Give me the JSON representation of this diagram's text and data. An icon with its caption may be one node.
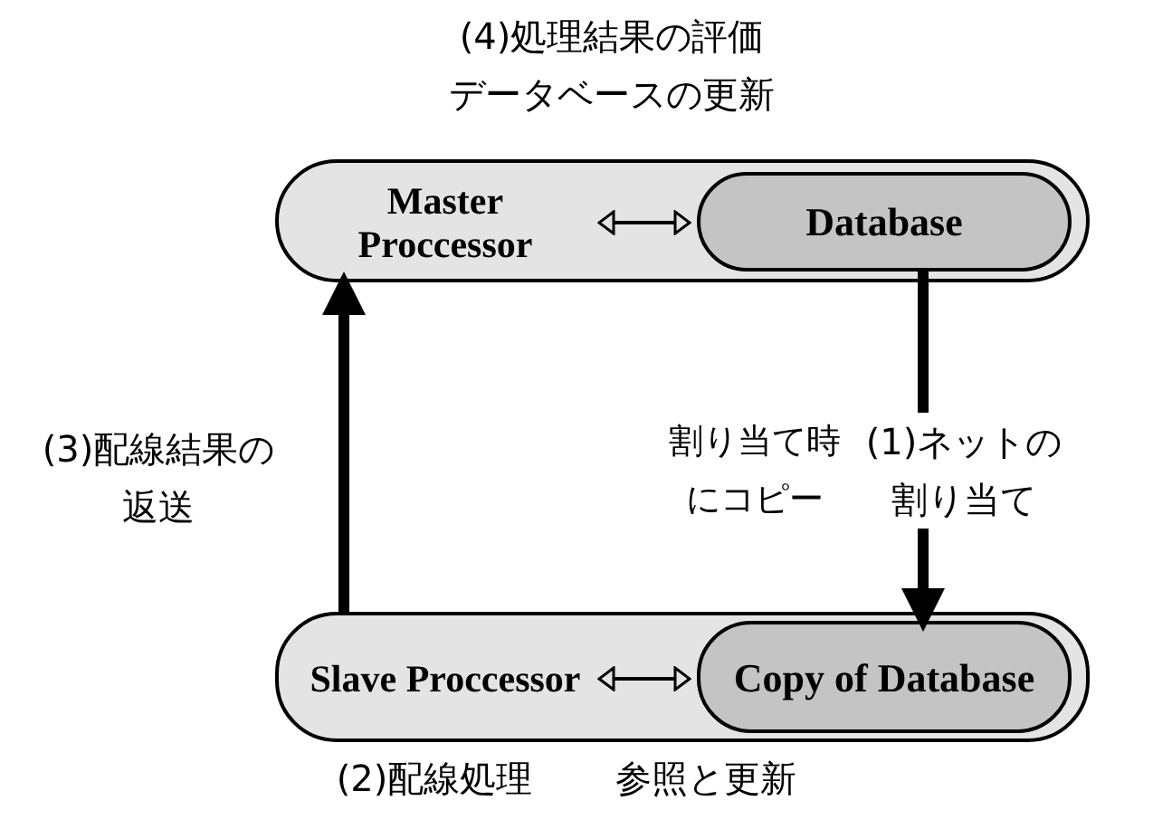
{
  "diagram": {
    "nodes": [
      {
        "text": [],
        "shape": "box",
        "beside": [
          "(4)処理結果の評価データベースの更新"
        ]
      },
      {
        "text": [
          "Master Proccessor"
        ],
        "in": 0
      },
      {
        "text": [
          "Database"
        ],
        "in": 0
      },
      {
        "text": [],
        "shape": "box",
        "beside": [
          "(2)配線処理"
        ]
      },
      {
        "text": [
          "Slave Proccessor"
        ],
        "in": 3
      },
      {
        "text": [
          "Copy of Database"
        ],
        "in": 3,
        "beside": [
          "参照と更新"
        ]
      }
    ],
    "edges": [
      {
        "from": 1,
        "to": 2,
        "arrow": "both"
      },
      {
        "from": 4,
        "to": 5,
        "arrow": "both"
      },
      {
        "from": 3,
        "to": 0,
        "arrow": "to",
        "label": "(3)配線結果の返送",
        "style": "thick"
      },
      {
        "from": 2,
        "to": 5,
        "arrow": "to",
        "label": "(1)ネットの割り当て",
        "style": "thick"
      }
    ],
    "labels": [
      "割り当て時にコピー"
    ]
  }
}
